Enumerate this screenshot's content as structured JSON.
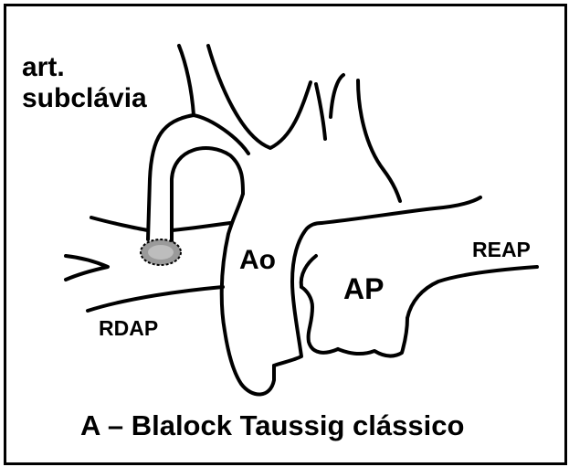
{
  "labels": {
    "subclavia_line1": "art.",
    "subclavia_line2": "subclávia",
    "aorta": "Ao",
    "pulmonary_artery": "AP",
    "left_pulmonary_branch": "REAP",
    "right_pulmonary_branch": "RDAP"
  },
  "caption": "A – Blalock Taussig clássico",
  "colors": {
    "stroke": "#000000",
    "background": "#ffffff",
    "anastomosis": "#9a9a9a"
  }
}
